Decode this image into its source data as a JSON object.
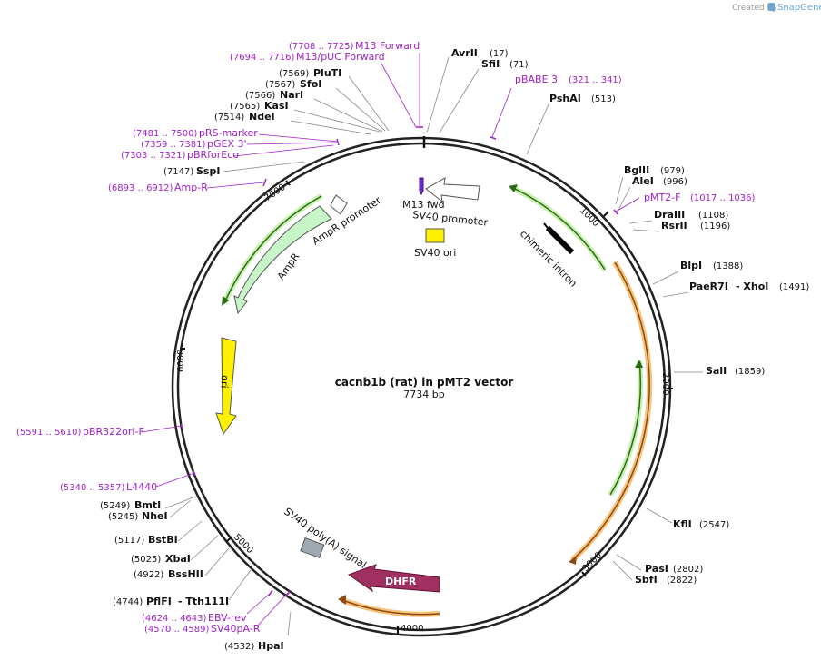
{
  "watermark": {
    "prefix": "Created by",
    "brand": "SnapGene"
  },
  "title": "cacnb1b (rat) in pMT2 vector",
  "length_label": "7734 bp",
  "ticks": [
    "1000",
    "2000",
    "3000",
    "4000",
    "5000",
    "6000",
    "7000"
  ],
  "enzymes_right": [
    {
      "name": "AvrII",
      "pos": "(17)"
    },
    {
      "name": "SfiI",
      "pos": "(71)"
    },
    {
      "name": "PshAI",
      "pos": "(513)"
    },
    {
      "name": "BglII",
      "pos": "(979)"
    },
    {
      "name": "AleI",
      "pos": "(996)"
    },
    {
      "name": "DraIII",
      "pos": "(1108)"
    },
    {
      "name": "RsrII",
      "pos": "(1196)"
    },
    {
      "name": "BlpI",
      "pos": "(1388)"
    },
    {
      "name": "PaeR7I",
      "name2": "- XhoI",
      "pos": "(1491)"
    },
    {
      "name": "SalI",
      "pos": "(1859)"
    },
    {
      "name": "KflI",
      "pos": "(2547)"
    },
    {
      "name": "PasI",
      "pos": "(2802)"
    },
    {
      "name": "SbfI",
      "pos": "(2822)"
    }
  ],
  "enzymes_left": [
    {
      "name": "PluTI",
      "pos": "(7569)"
    },
    {
      "name": "SfoI",
      "pos": "(7567)"
    },
    {
      "name": "NarI",
      "pos": "(7566)"
    },
    {
      "name": "KasI",
      "pos": "(7565)"
    },
    {
      "name": "NdeI",
      "pos": "(7514)"
    },
    {
      "name": "SspI",
      "pos": "(7147)"
    },
    {
      "name": "BmtI",
      "pos": "(5249)"
    },
    {
      "name": "NheI",
      "pos": "(5245)"
    },
    {
      "name": "BstBI",
      "pos": "(5117)"
    },
    {
      "name": "XbaI",
      "pos": "(5025)"
    },
    {
      "name": "BssHII",
      "pos": "(4922)"
    },
    {
      "name": "PflFI",
      "name2": "- Tth111I",
      "pos": "(4744)"
    },
    {
      "name": "HpaI",
      "pos": "(4532)"
    }
  ],
  "primers": [
    {
      "name": "M13 Forward",
      "pos": "(7708 .. 7725)"
    },
    {
      "name": "M13/pUC Forward",
      "pos": "(7694 .. 7716)"
    },
    {
      "name": "pBABE 3'",
      "pos": "(321 .. 341)"
    },
    {
      "name": "pMT2-F",
      "pos": "(1017 .. 1036)"
    },
    {
      "name": "pRS-marker",
      "pos": "(7481 .. 7500)"
    },
    {
      "name": "pGEX 3'",
      "pos": "(7359 .. 7381)"
    },
    {
      "name": "pBRforEco",
      "pos": "(7303 .. 7321)"
    },
    {
      "name": "Amp-R",
      "pos": "(6893 .. 6912)"
    },
    {
      "name": "pBR322ori-F",
      "pos": "(5591 .. 5610)"
    },
    {
      "name": "L4440",
      "pos": "(5340 .. 5357)"
    },
    {
      "name": "EBV-rev",
      "pos": "(4624 .. 4643)"
    },
    {
      "name": "SV40pA-R",
      "pos": "(4570 .. 4589)"
    }
  ],
  "features": {
    "m13_fwd": "M13 fwd",
    "sv40_promoter": "SV40 promoter",
    "sv40_ori": "SV40 ori",
    "chimeric_intron": "chimeric intron",
    "ampr_promoter": "AmpR promoter",
    "ampr": "AmpR",
    "ori": "ori",
    "sv40_polya": "SV40 poly(A) signal",
    "dhfr": "DHFR"
  }
}
